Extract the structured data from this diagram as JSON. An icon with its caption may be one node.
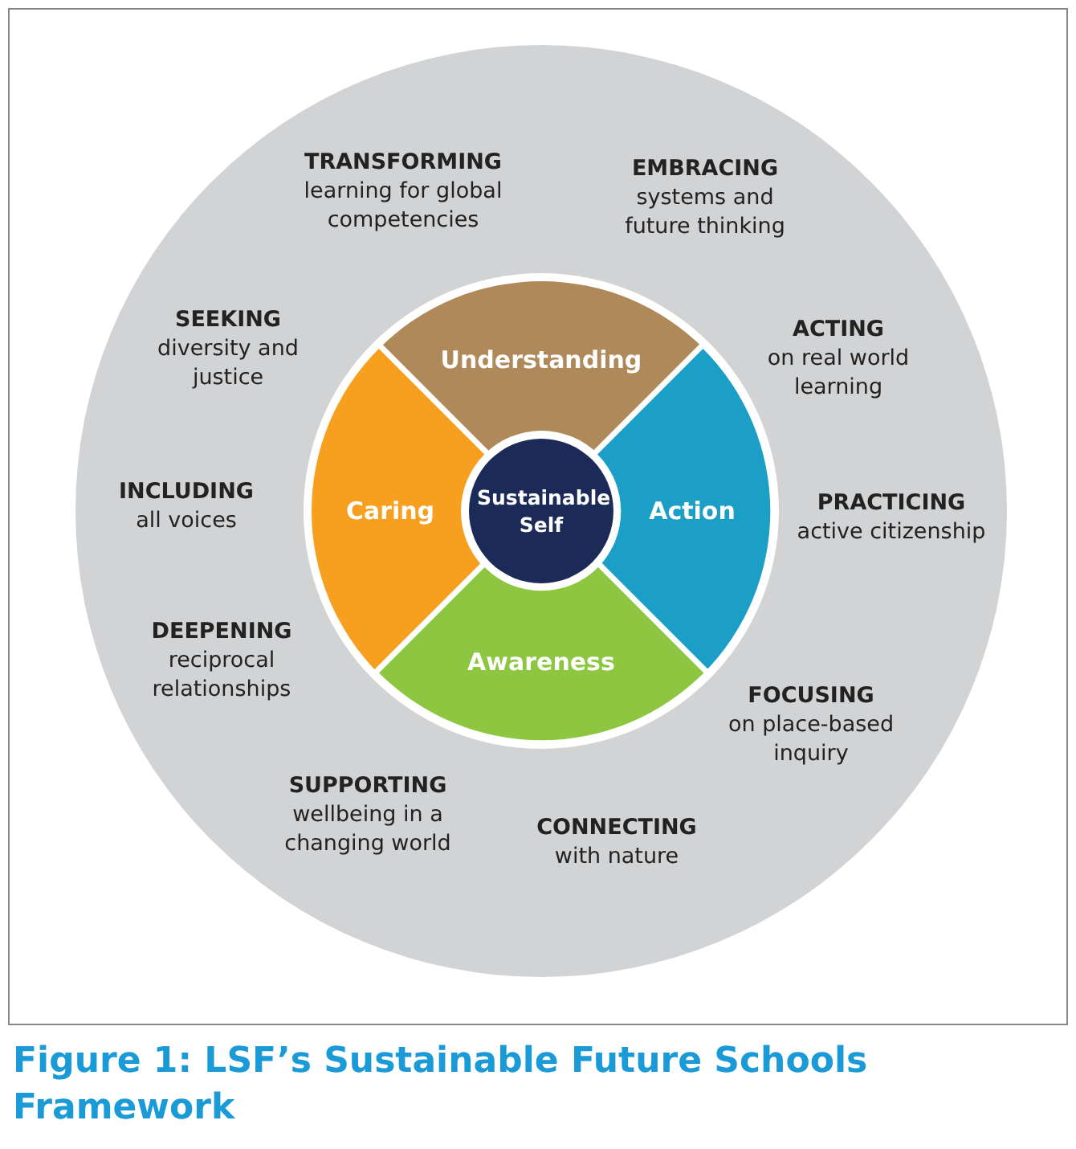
{
  "diagram": {
    "caption": "Figure 1: LSF’s Sustainable Future Schools Framework",
    "nodes": [
      {
        "text": [],
        "shape": "circle"
      },
      {
        "text": [
          "Understanding"
        ],
        "in": 0
      },
      {
        "text": [
          "Caring"
        ],
        "in": 0
      },
      {
        "text": [
          "Action"
        ],
        "in": 0
      },
      {
        "text": [
          "Awareness"
        ],
        "in": 0
      },
      {
        "text": [
          "Sustainable Self"
        ],
        "in": 0
      }
    ],
    "edges": [],
    "labels": [
      "**TRANSFORMING** learning for global competencies",
      "**EMBRACING** systems and future thinking",
      "**SEEKING** diversity and justice",
      "**ACTING** on real world learning",
      "**INCLUDING** all voices",
      "**PRACTICING** active citizenship",
      "**DEEPENING** reciprocal relationships",
      "**FOCUSING** on place-based inquiry",
      "**SUPPORTING** wellbeing in a changing world",
      "**CONNECTING** with nature"
    ]
  }
}
